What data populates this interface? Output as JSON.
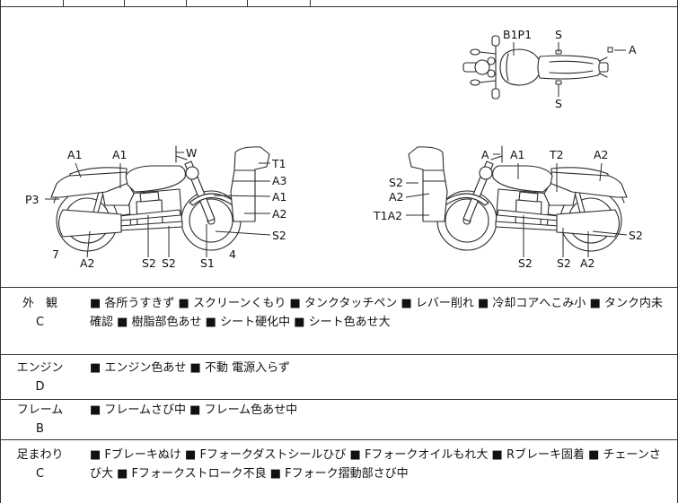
{
  "diagram": {
    "top_view": [
      "B1P1",
      "S",
      "A",
      "S"
    ],
    "left_view": [
      "A1",
      "A1",
      "W",
      "T1",
      "A3",
      "A1",
      "A2",
      "S2",
      "P3",
      "7",
      "A2",
      "S2",
      "S2",
      "S1",
      "4"
    ],
    "right_view": [
      "A",
      "A1",
      "T2",
      "A2",
      "S2",
      "A2",
      "T1A2",
      "S2",
      "S2",
      "S2",
      "A2"
    ]
  },
  "rows": [
    {
      "category": "外　観",
      "grade": "C",
      "details": "■ 各所うすきず ■ スクリーンくもり ■ タンクタッチペン ■ レバー削れ ■ 冷却コアへこみ小 ■ タンク内未確認 ■ 樹脂部色あせ ■ シート硬化中 ■ シート色あせ大"
    },
    {
      "category": "エンジン",
      "grade": "D",
      "details": "■ エンジン色あせ ■ 不動 電源入らず"
    },
    {
      "category": "フレーム",
      "grade": "B",
      "details": "■ フレームさび中 ■ フレーム色あせ中"
    },
    {
      "category": "足まわり",
      "grade": "C",
      "details": "■ Fブレーキぬけ ■ Fフォークダストシールひび ■ Fフォークオイルもれ大 ■ Rブレーキ固着 ■ チェーンさび大 ■ Fフォークストローク不良 ■ Fフォーク摺動部さび中"
    }
  ]
}
